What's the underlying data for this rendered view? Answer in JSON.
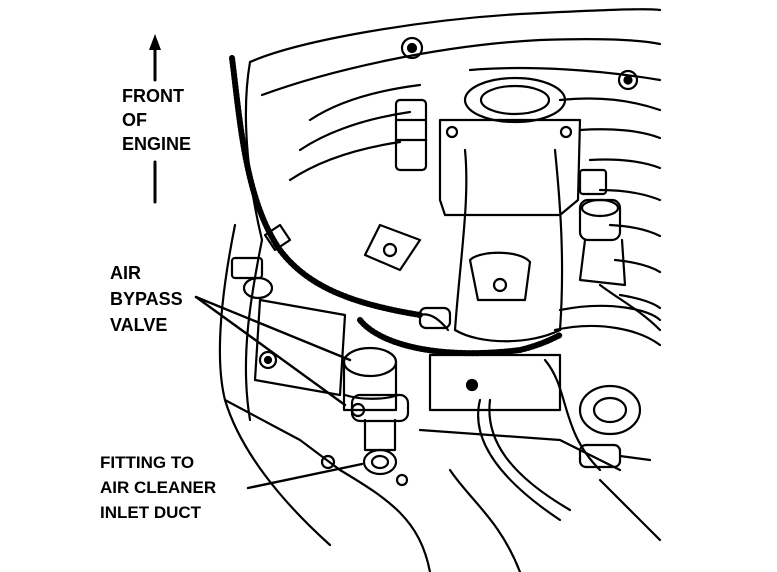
{
  "labels": {
    "front_of_engine": [
      "FRONT",
      "OF",
      "ENGINE"
    ],
    "air_bypass_valve": [
      "AIR",
      "BYPASS",
      "VALVE"
    ],
    "fitting": [
      "FITTING TO",
      "AIR CLEANER",
      "INLET DUCT"
    ]
  },
  "colors": {
    "ink": "#000000",
    "paper": "#ffffff"
  }
}
